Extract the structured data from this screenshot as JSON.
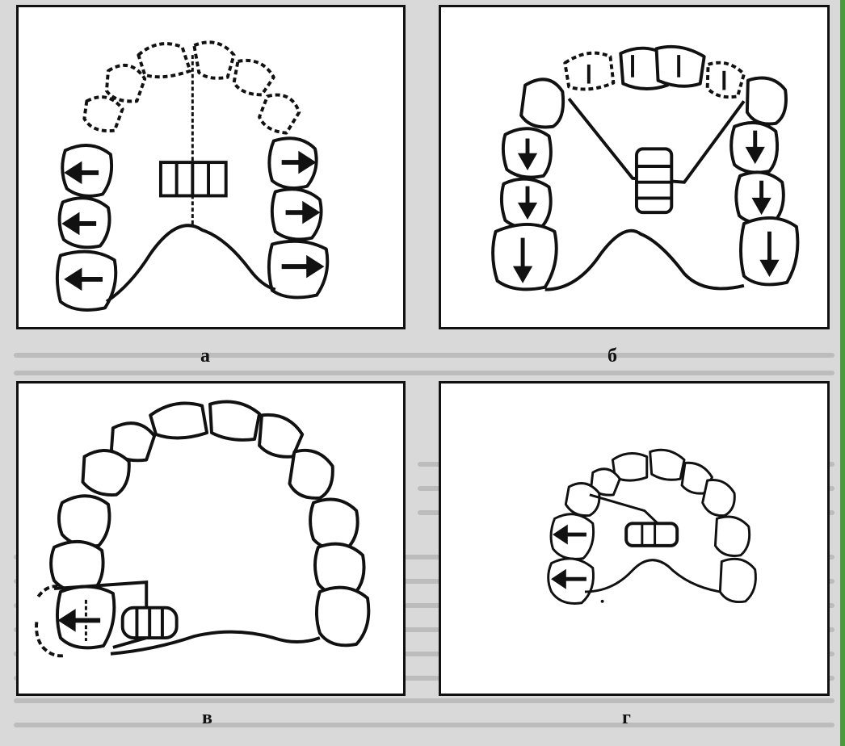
{
  "figure": {
    "panels": [
      {
        "id": "a",
        "label": "а"
      },
      {
        "id": "b",
        "label": "б"
      },
      {
        "id": "v",
        "label": "в"
      },
      {
        "id": "g",
        "label": "г"
      }
    ]
  },
  "colors": {
    "ink": "#111111",
    "paper": "#ffffff",
    "scan_background": "#d9d9d9",
    "edge_accent": "#4a9b3a"
  }
}
